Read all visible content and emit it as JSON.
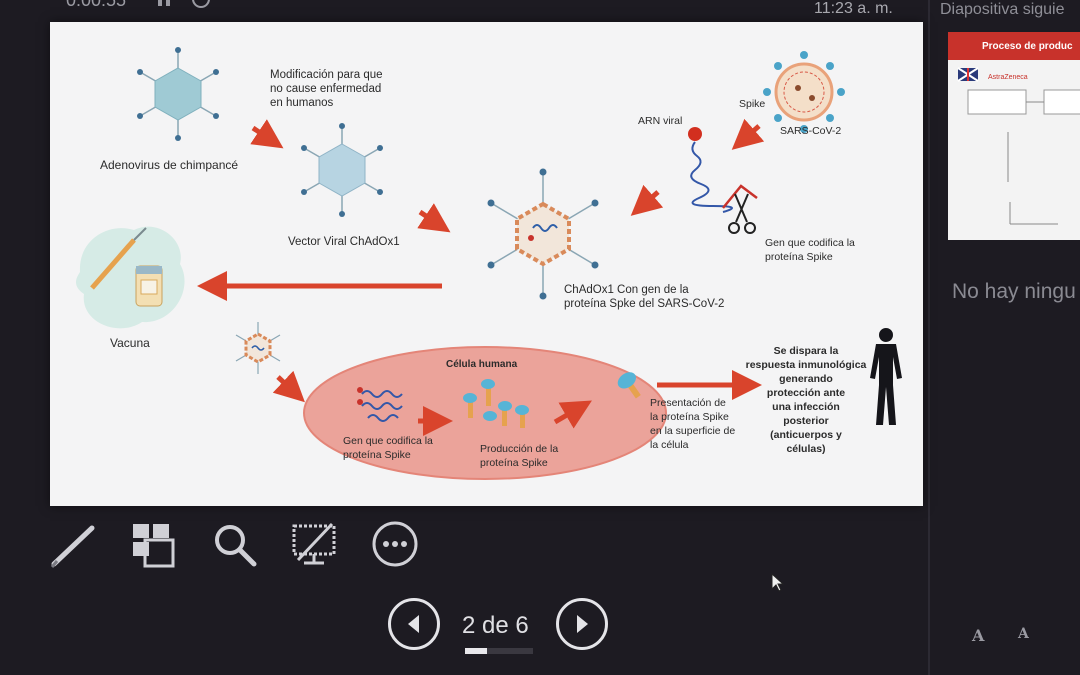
{
  "top_bar": {
    "timer": "0:00:55",
    "clock": "11:23 a. m.",
    "next_slide_label": "Diapositiva siguie"
  },
  "slide": {
    "labels": {
      "adenovirus": "Adenovirus de chimpancé",
      "modificacion": "Modificación para que\nno cause enfermedad\nen humanos",
      "spike": "Spike",
      "arn_viral": "ARN viral",
      "sars": "SARS-CoV-2",
      "vector_viral": "Vector Viral ChAdOx1",
      "gen_codifica_top": "Gen que codifica la\nproteína Spike",
      "chadox_gen": "ChAdOx1 Con gen de la\nproteína Spke del SARS-CoV-2",
      "vacuna": "Vacuna",
      "celula_humana": "Célula humana",
      "gen_codifica_cell": "Gen que codifica la\nproteína Spike",
      "produccion": "Producción de la\nproteína Spike",
      "presentacion": "Presentación de\nla proteína Spike\nen la superficie de\nla célula",
      "respuesta": "Se dispara la\nrespuesta inmunológica\ngenerando\nprotección ante\nuna infección\nposterior\n(anticuerpos y\ncélulas)"
    }
  },
  "toolbar": {
    "pen": "pen-icon",
    "slides": "all-slides-icon",
    "zoom": "magnifier-icon",
    "screen": "black-screen-icon",
    "more": "more-options-icon"
  },
  "navigation": {
    "counter": "2 de 6",
    "current": 2,
    "total": 6,
    "progress_fraction": 0.33
  },
  "next_preview": {
    "title": "Proceso de produc",
    "brand": "AstraZeneca"
  },
  "notes": {
    "text": "No hay ningu"
  },
  "font_buttons": {
    "increase": "A",
    "decrease": "A"
  },
  "colors": {
    "accent_red": "#d9442c",
    "cell_pink": "#eba39a",
    "virus_teal": "#9fcad4"
  }
}
